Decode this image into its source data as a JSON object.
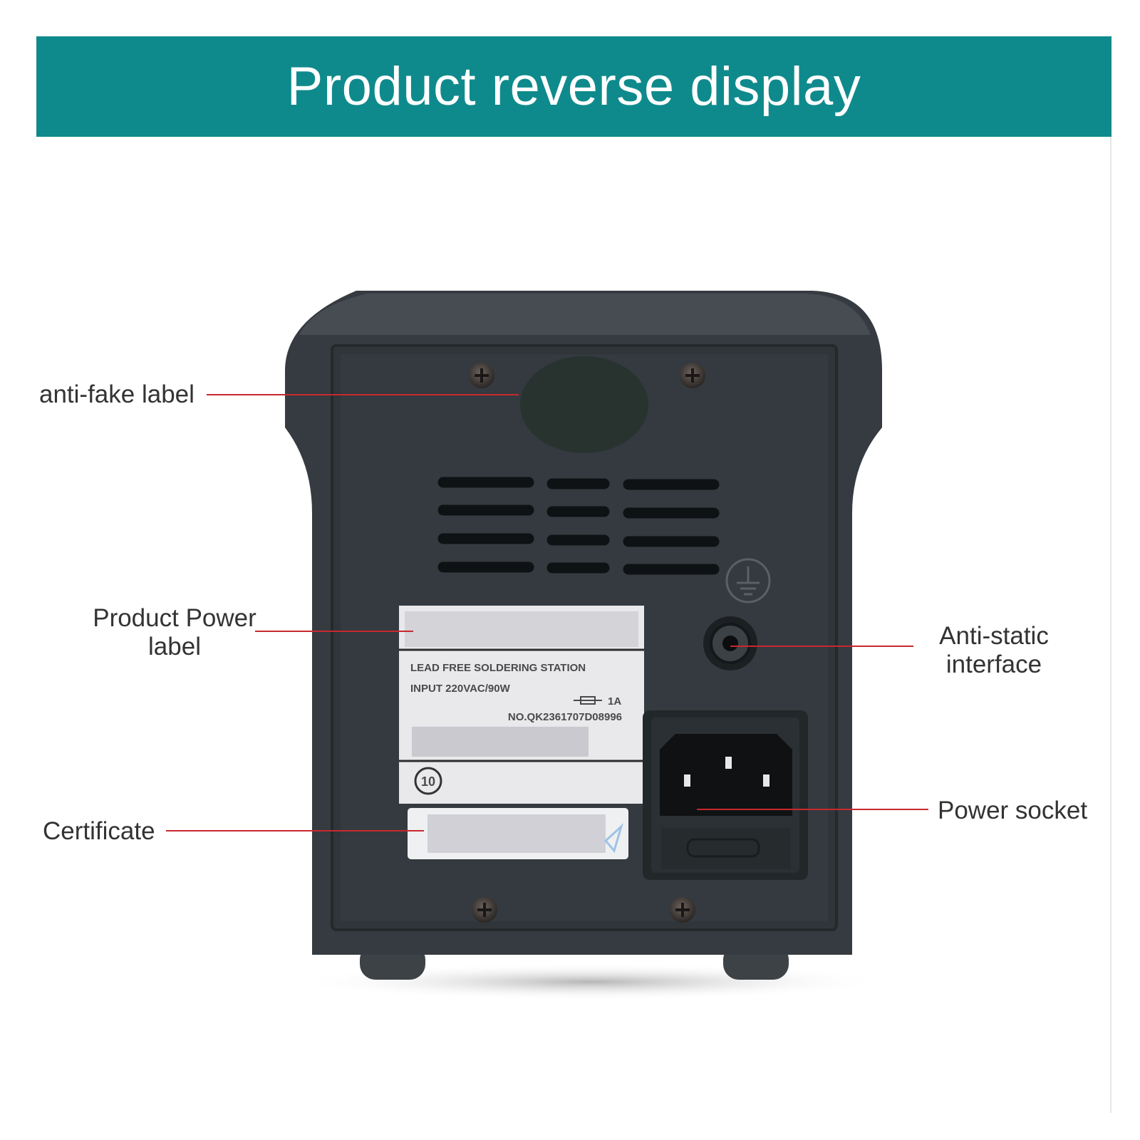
{
  "banner": {
    "title": "Product reverse display",
    "color": "#0f8a8c"
  },
  "callouts": {
    "anti_fake": "anti-fake label",
    "power_label_line1": "Product Power",
    "power_label_line2": "label",
    "certificate": "Certificate",
    "anti_static_line1": "Anti-static",
    "anti_static_line2": "interface",
    "power_socket": "Power socket",
    "leader_color": "#c8282e"
  },
  "rating_label": {
    "line1": "LEAD FREE SOLDERING STATION",
    "line2": "INPUT 220VAC/90W",
    "fuse": "1A",
    "serial": "NO.QK2361707D08996",
    "symbol": "10"
  }
}
